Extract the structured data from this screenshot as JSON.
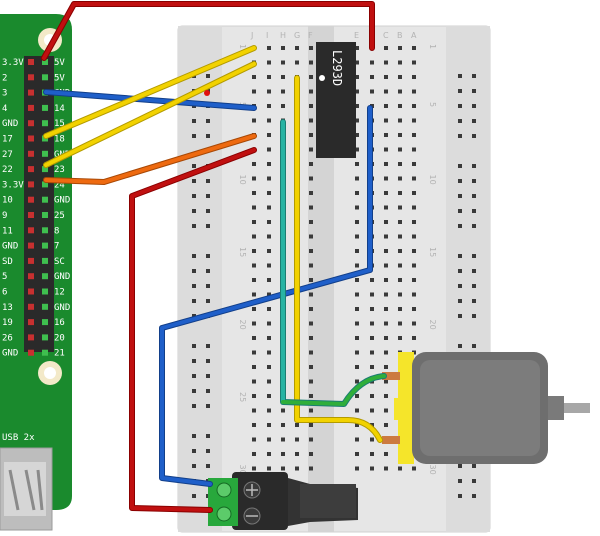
{
  "pi": {
    "left_labels": [
      "3.3V",
      "2",
      "3",
      "4",
      "GND",
      "17",
      "27",
      "22",
      "3.3V",
      "10",
      "9",
      "11",
      "GND",
      "SD",
      "5",
      "6",
      "13",
      "19",
      "26",
      "GND"
    ],
    "right_labels": [
      "5V",
      "5V",
      "GND",
      "14",
      "15",
      "18",
      "GND",
      "23",
      "24",
      "GND",
      "25",
      "8",
      "7",
      "SC",
      "GND",
      "12",
      "GND",
      "16",
      "20",
      "21"
    ],
    "usb_label": "USB 2x"
  },
  "breadboard": {
    "column_letters_left": [
      "J",
      "I",
      "H",
      "G",
      "F"
    ],
    "column_letters_right": [
      "E",
      "D",
      "C",
      "B",
      "A"
    ],
    "row_numbers": [
      "1",
      "5",
      "10",
      "15",
      "20",
      "25",
      "30"
    ]
  },
  "chip": {
    "label": "L293D"
  },
  "colors": {
    "pcb": "#1a8a2d",
    "wire_red": "#c01010",
    "wire_blue": "#1f5fc9",
    "wire_yellow": "#f2d200",
    "wire_orange": "#ee6a10",
    "wire_green": "#2fae3a",
    "motor_body": "#6e6e6e",
    "motor_mount": "#f5e52a"
  },
  "icons": [
    "motor-icon",
    "dc-jack-icon",
    "terminal-block-icon",
    "chip-icon"
  ]
}
